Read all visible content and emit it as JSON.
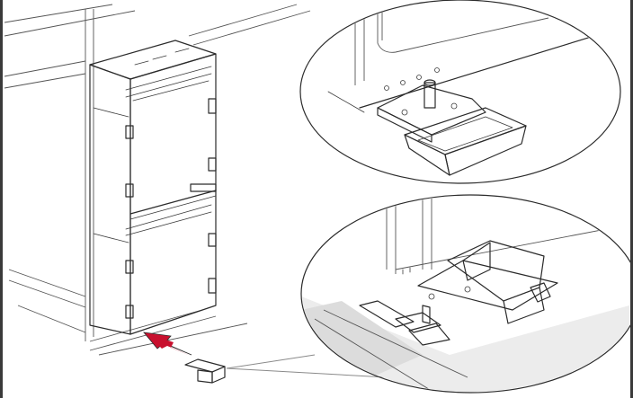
{
  "figure": {
    "kind": "installation-illustration",
    "parts": [
      "built-in-fridge-freezer",
      "alcove",
      "insertion-arrow",
      "foot-cover-part",
      "detail-zoom-upper",
      "detail-zoom-lower"
    ]
  },
  "colors": {
    "outline": "#2b2b2b",
    "arrow": "#c8102e",
    "part_fill": "#9a9a9a",
    "part_light": "#cfcfcf",
    "floor_shade": "#dcdcdc"
  }
}
